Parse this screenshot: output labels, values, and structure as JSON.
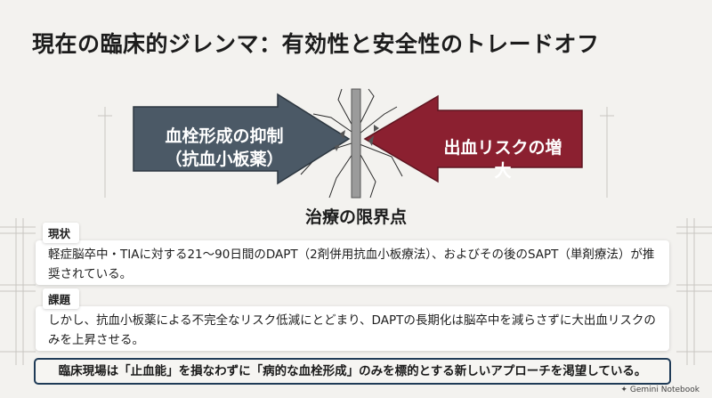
{
  "title": "現在の臨床的ジレンマ：有効性と安全性のトレードオフ",
  "diagram": {
    "left_arrow_line1": "血栓形成の抑制",
    "left_arrow_line2": "（抗血小板薬）",
    "right_arrow_label": "出血リスクの増大",
    "center_label": "治療の限界点",
    "colors": {
      "left_arrow": "#4b5966",
      "right_arrow": "#8b2030",
      "wall": "#9b9b9b"
    }
  },
  "sections": [
    {
      "label": "現状",
      "text": "軽症脳卒中・TIAに対する21〜90日間のDAPT（2剤併用抗血小板療法）、およびその後のSAPT（単剤療法）が推奨されている。"
    },
    {
      "label": "課題",
      "text": "しかし、抗血小板薬による不完全なリスク低減にとどまり、DAPTの長期化は脳卒中を減らさずに大出血リスクのみを上昇させる。"
    }
  ],
  "conclusion": "臨床現場は「止血能」を損なわずに「病的な血栓形成」のみを標的とする新しいアプローチを渇望している。",
  "footer": {
    "brand": "Gemini Notebook",
    "icon": "sparkle-icon"
  }
}
